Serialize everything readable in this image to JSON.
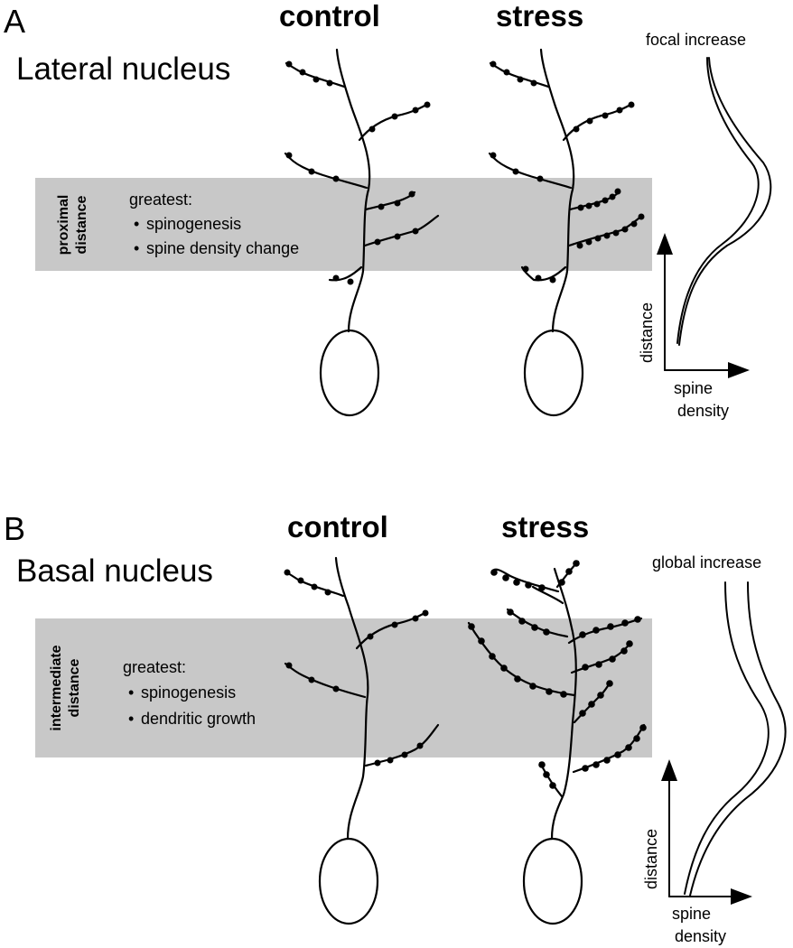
{
  "panels": [
    {
      "letter": "A",
      "nucleus": "Lateral nucleus",
      "columns": {
        "control": "control",
        "stress": "stress"
      },
      "band_label_line1": "proximal",
      "band_label_line2": "distance",
      "note_title": "greatest:",
      "bullets": [
        "spinogenesis",
        "spine density change"
      ],
      "curve_title": "focal increase",
      "y_axis_label": "distance",
      "x_axis_label_line1": "spine",
      "x_axis_label_line2": "density"
    },
    {
      "letter": "B",
      "nucleus": "Basal nucleus",
      "columns": {
        "control": "control",
        "stress": "stress"
      },
      "band_label_line1": "intermediate",
      "band_label_line2": "distance",
      "note_title": "greatest:",
      "bullets": [
        "spinogenesis",
        "dendritic growth"
      ],
      "curve_title": "global increase",
      "y_axis_label": "distance",
      "x_axis_label_line1": "spine",
      "x_axis_label_line2": "density"
    }
  ],
  "colors": {
    "band": "#c8c8c8",
    "ink": "#000000"
  }
}
